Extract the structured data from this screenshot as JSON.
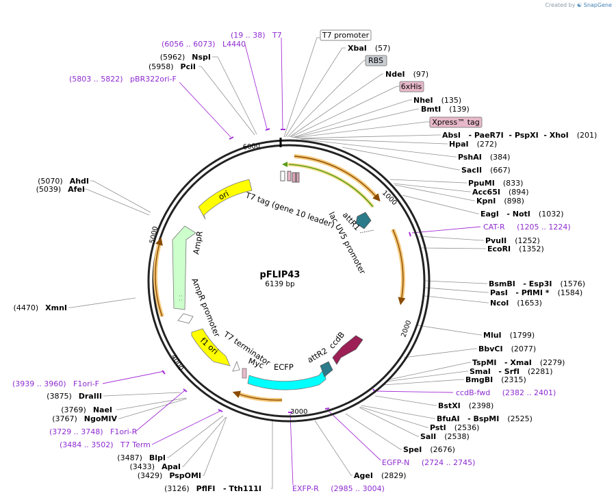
{
  "credit": {
    "prefix": "Created by",
    "brand": "SnapGene"
  },
  "plasmid": {
    "name": "pFLIP43",
    "length_label": "6139 bp"
  },
  "ticks": [
    "1000",
    "2000",
    "3000",
    "4000",
    "5000",
    "6000"
  ],
  "features": {
    "t7tag": "T7 tag (gene 10 leader)",
    "lacuv5": "lac UV5 promoter",
    "attr1": "attR1",
    "ori": "ori",
    "ampr": "AmpR",
    "amprp": "AmpR promoter",
    "f1ori": "f1 ori",
    "t7term": "T7 terminator",
    "myc": "Myc",
    "ecfp": "ECFP",
    "attr2": "attR2",
    "ccdb": "ccdB"
  },
  "boxed": {
    "t7promoter": "T7 promoter",
    "rbs": "RBS",
    "his": "6xHis",
    "xpress": "Xpress™ tag"
  },
  "sites": {
    "r_xbai": {
      "n": "XbaI",
      "p": "(57)"
    },
    "r_ndei": {
      "n": "NdeI",
      "p": "(97)"
    },
    "r_nhei": {
      "n": "NheI",
      "p": "(135)"
    },
    "r_bmti": {
      "n": "BmtI",
      "p": "(139)"
    },
    "r_absi": {
      "n": "AbsI   - PaeR7I  - PspXI  - XhoI",
      "p": "(201)"
    },
    "r_hpai": {
      "n": "HpaI",
      "p": "(272)"
    },
    "r_pshai": {
      "n": "PshAI",
      "p": "(384)"
    },
    "r_sacii": {
      "n": "SacII",
      "p": "(667)"
    },
    "r_ppumi": {
      "n": "PpuMI",
      "p": "(833)"
    },
    "r_acc65i": {
      "n": "Acc65I",
      "p": "(894)"
    },
    "r_kpni": {
      "n": "KpnI",
      "p": "(898)"
    },
    "r_eagi": {
      "n": "EagI   - NotI",
      "p": "(1032)"
    },
    "r_pvuii": {
      "n": "PvuII",
      "p": "(1252)"
    },
    "r_ecori": {
      "n": "EcoRI",
      "p": "(1352)"
    },
    "r_bsmbi": {
      "n": "BsmBI   - Esp3I",
      "p": "(1576)"
    },
    "r_pasi": {
      "n": "PasI   - PflMI *",
      "p": "(1584)"
    },
    "r_ncoi": {
      "n": "NcoI",
      "p": "(1653)"
    },
    "r_mlui": {
      "n": "MluI",
      "p": "(1799)"
    },
    "r_bbvci": {
      "n": "BbvCI",
      "p": "(2077)"
    },
    "r_tspmi": {
      "n": "TspMI   - XmaI",
      "p": "(2279)"
    },
    "r_smai": {
      "n": "SmaI   - SrfI",
      "p": "(2281)"
    },
    "r_bmgbi": {
      "n": "BmgBI",
      "p": "(2315)"
    },
    "r_bstxi": {
      "n": "BstXI",
      "p": "(2398)"
    },
    "r_bfuai": {
      "n": "BfuAI   - BspMI",
      "p": "(2525)"
    },
    "r_psti": {
      "n": "PstI",
      "p": "(2536)"
    },
    "r_sali": {
      "n": "SalI",
      "p": "(2538)"
    },
    "r_spei": {
      "n": "SpeI",
      "p": "(2676)"
    },
    "r_agei": {
      "n": "AgeI",
      "p": "(2829)"
    },
    "l_nspi": {
      "n": "NspI",
      "p": "(5962)"
    },
    "l_pcii": {
      "n": "PciI",
      "p": "(5958)"
    },
    "l_ahdi": {
      "n": "AhdI",
      "p": "(5070)"
    },
    "l_afei": {
      "n": "AfeI",
      "p": "(5039)"
    },
    "l_xmni": {
      "n": "XmnI",
      "p": "(4470)"
    },
    "l_draiii": {
      "n": "DraIII",
      "p": "(3875)"
    },
    "l_naei": {
      "n": "NaeI",
      "p": "(3769)"
    },
    "l_ngomiv": {
      "n": "NgoMIV",
      "p": "(3767)"
    },
    "l_blpi": {
      "n": "BlpI",
      "p": "(3487)"
    },
    "l_apai": {
      "n": "ApaI",
      "p": "(3433)"
    },
    "l_pspomi": {
      "n": "PspOMI",
      "p": "(3429)"
    },
    "l_pflfi": {
      "n": "PflFI   - Tth111I",
      "p": "(3126)"
    }
  },
  "primers": {
    "p_l4440": "(6056 .. 6073)   L4440",
    "p_t7": "(19 .. 38)   T7",
    "p_pbr": "(5803 .. 5822)   pBR322ori-F",
    "p_catr": "CAT-R     (1205 .. 1224)",
    "p_ccdb": "ccdB-fwd     (2382 .. 2401)",
    "p_f1f": "(3939 .. 3960)   F1ori-F",
    "p_f1r": "(3729 .. 3748)   F1ori-R",
    "p_t7term": "(3484 .. 3502)   T7 Term",
    "p_egfpn": "EGFP-N     (2724 .. 2745)",
    "p_exfpr": "EXFP-R     (2985 .. 3004)"
  },
  "colors": {
    "ori": "#ffff00",
    "ampr": "#ccffcc",
    "ecfp": "#00ffff",
    "attr": "#2b7b8a",
    "ccdb": "#9c1f55",
    "orf_outline": "#f5c87a",
    "orf_line": "#8a4b00",
    "primer": "#a430d6",
    "t7tag_arrow": "#5a9c1f"
  }
}
